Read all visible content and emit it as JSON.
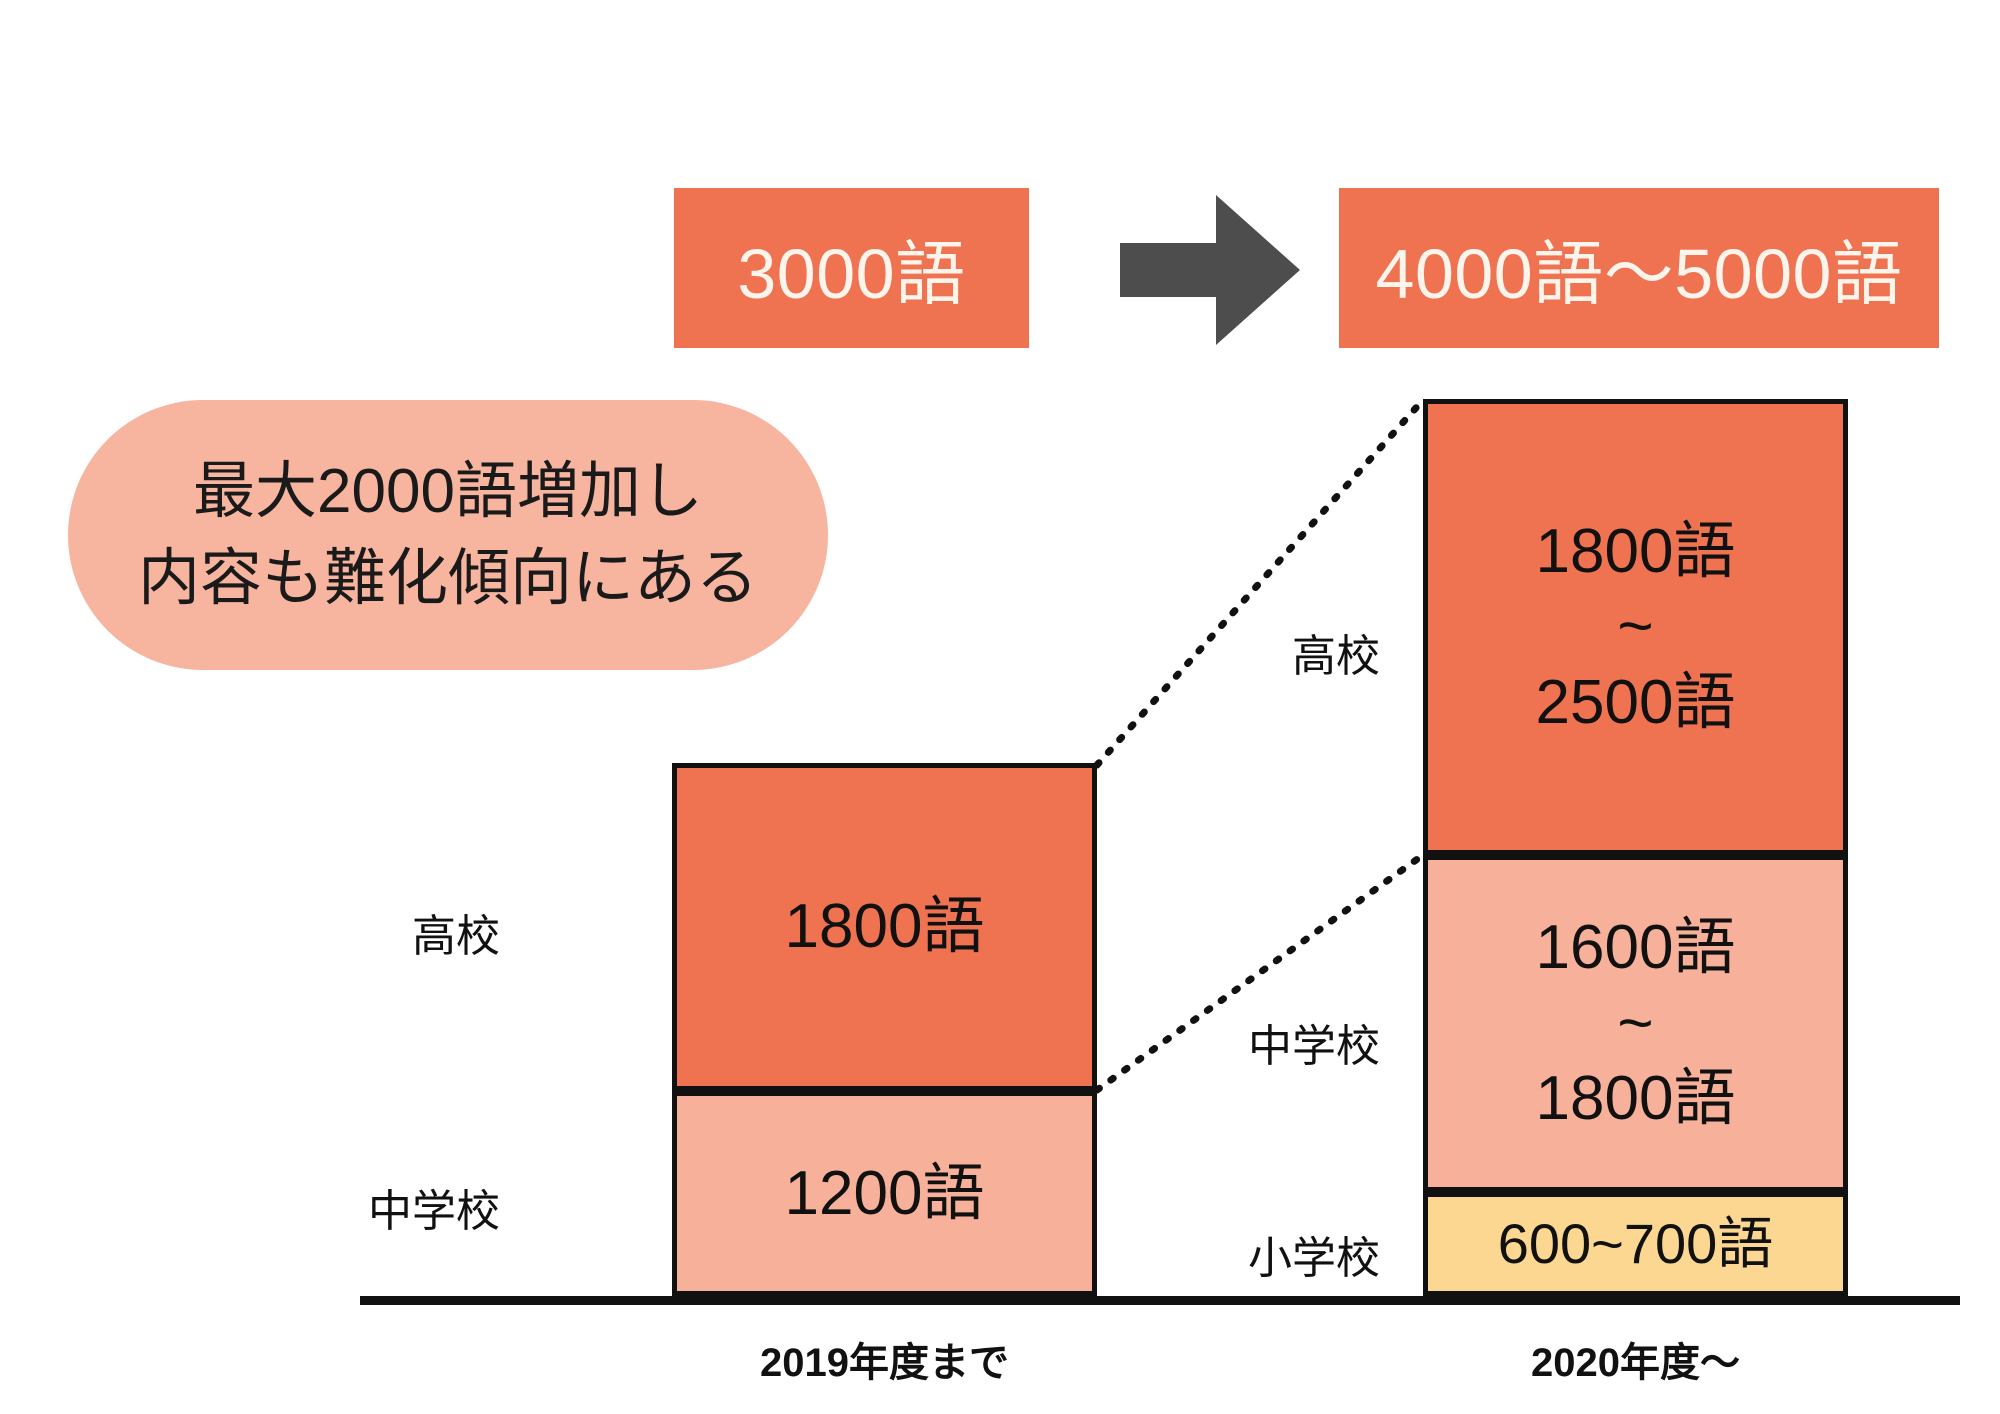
{
  "banners": {
    "before": "3000語",
    "after": "4000語〜5000語",
    "arrow_icon": "arrow-right-icon"
  },
  "callout": {
    "line1": "最大2000語増加し",
    "line2": "内容も難化傾向にある"
  },
  "colors": {
    "high_school": "#ef7350",
    "junior_high": "#f7b09a",
    "elementary": "#fcd791",
    "banner": "#ef7350",
    "callout": "#f7b5a0",
    "arrow": "#4d4d4d",
    "outline": "#111111"
  },
  "chart_data": {
    "type": "bar",
    "title": "",
    "xlabel": "",
    "ylabel": "",
    "categories": [
      "2019年度まで",
      "2020年度〜"
    ],
    "stack_order_bottom_up": [
      "小学校",
      "中学校",
      "高校"
    ],
    "series": [
      {
        "name": "小学校",
        "labels": [
          "",
          "600~700語"
        ],
        "values": [
          0,
          650
        ],
        "color": "#fcd791"
      },
      {
        "name": "中学校",
        "labels": [
          "1200語",
          "1600語\n~\n1800語"
        ],
        "values": [
          1200,
          1700
        ],
        "color": "#f7b09a"
      },
      {
        "name": "高校",
        "labels": [
          "1800語",
          "1800語\n~\n2500語"
        ],
        "values": [
          1800,
          2150
        ],
        "color": "#ef7350"
      }
    ],
    "totals": [
      "3000語",
      "4000語〜5000語"
    ],
    "grid": false,
    "legend": "none"
  },
  "left_bar": {
    "axis_label": "2019年度まで",
    "segments": [
      {
        "category": "高校",
        "value_text": "1800語",
        "lines": [
          "1800語"
        ]
      },
      {
        "category": "中学校",
        "value_text": "1200語",
        "lines": [
          "1200語"
        ]
      }
    ]
  },
  "right_bar": {
    "axis_label": "2020年度〜",
    "segments": [
      {
        "category": "高校",
        "value_text": "1800語~2500語",
        "lines": [
          "1800語",
          "~",
          "2500語"
        ]
      },
      {
        "category": "中学校",
        "value_text": "1600語~1800語",
        "lines": [
          "1600語",
          "~",
          "1800語"
        ]
      },
      {
        "category": "小学校",
        "value_text": "600~700語",
        "lines": [
          "600~700語"
        ]
      }
    ]
  }
}
